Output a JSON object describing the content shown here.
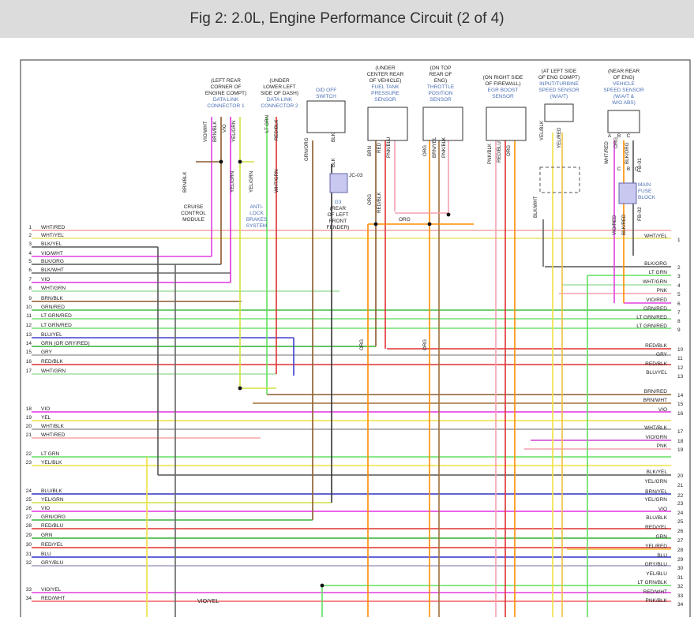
{
  "title": "Fig 2: 2.0L, Engine Performance Circuit (2 of 4)",
  "colors": {
    "blue_label": "#4a6fb5",
    "frame": "#333333"
  },
  "components": [
    {
      "name": "data-link-connector-1",
      "location": [
        "(LEFT REAR",
        "CORNER OF",
        "ENGINE COMPT)"
      ],
      "label": [
        "DATA LINK",
        "CONNECTOR 1"
      ]
    },
    {
      "name": "data-link-connector-2",
      "location": [
        "(UNDER",
        "LOWER LEFT",
        "SIDE OF DASH)"
      ],
      "label": [
        "DATA LINK",
        "CONNECTOR 2"
      ]
    },
    {
      "name": "od-off-switch",
      "location": [],
      "label": [
        "O/D OFF",
        "SWITCH"
      ]
    },
    {
      "name": "fuel-tank-pressure-sensor",
      "location": [
        "(UNDER",
        "CENTER REAR",
        "OF VEHICLE)"
      ],
      "label": [
        "FUEL TANK",
        "PRESSURE",
        "SENSOR"
      ]
    },
    {
      "name": "throttle-position-sensor",
      "location": [
        "(ON TOP",
        "REAR OF",
        "ENG)"
      ],
      "label": [
        "THROTTLE",
        "POSITION",
        "SENSOR"
      ]
    },
    {
      "name": "egr-boost-sensor",
      "location": [
        "(ON RIGHT SIDE",
        "OF FIREWALL)"
      ],
      "label": [
        "EGR BOOST",
        "SENSOR"
      ]
    },
    {
      "name": "input-turbine-speed-sensor",
      "location": [
        "(AT LEFT SIDE",
        "OF ENG COMPT)"
      ],
      "label": [
        "INPUT/TURBINE",
        "SPEED SENSOR",
        "(W/A/T)"
      ]
    },
    {
      "name": "vehicle-speed-sensor",
      "location": [
        "(NEAR REAR",
        "OF ENG)"
      ],
      "label": [
        "VEHICLE",
        "SPEED SENSOR",
        "(W/A/T &",
        "W/O ABS)"
      ]
    }
  ],
  "misc_labels": {
    "cruise": [
      "CRUISE",
      "CONTROL",
      "MODULE"
    ],
    "abs": [
      "ANTI-",
      "LOCK",
      "BRAKES",
      "SYSTEM"
    ],
    "ground": [
      "G3",
      "(REAR",
      "OF LEFT",
      "FRONT",
      "FENDER)"
    ],
    "jc": "JC-03",
    "main_fuse": [
      "MAIN",
      "FUSE",
      "BLOCK"
    ],
    "fb01": "FB-01",
    "fb02": "FB-02",
    "org": "ORG"
  },
  "vertical_wire_labels": [
    "VIO/WHT",
    "BRN/BLK",
    "VIO",
    "YEL/GRN",
    "LT GRN",
    "RED/BLK",
    "BRN/BLK",
    "YEL/GRN",
    "YEL/GRN",
    "WHT/GRN",
    "GRN/ORG",
    "BLK",
    "BLK",
    "BRN",
    "RED",
    "PNK/BLU",
    "ORG",
    "RED/BLK",
    "ORG",
    "BRN/YEL",
    "PNK/BLK",
    "PNK/BLK",
    "RED/BLU",
    "ORG",
    "YEL/BLK",
    "YEL/RED",
    "BLK/WHT",
    "WHT/RED",
    "ORG",
    "BLK/ORG",
    "VIO/RED",
    "BLK/RED",
    "ORG",
    "ORG"
  ],
  "pin_letters": [
    "A",
    "B",
    "C",
    "C",
    "B",
    "C"
  ],
  "left_wires": [
    {
      "pin": "1",
      "label": "WHT/RED",
      "color": "#f4a6a6"
    },
    {
      "pin": "2",
      "label": "WHT/YEL",
      "color": "#f0e06a"
    },
    {
      "pin": "3",
      "label": "BLK/YEL",
      "color": "#555555"
    },
    {
      "pin": "4",
      "label": "VIO/WHT",
      "color": "#e040e0"
    },
    {
      "pin": "5",
      "label": "BLK/ORG",
      "color": "#555555"
    },
    {
      "pin": "6",
      "label": "BLK/WHT",
      "color": "#666666"
    },
    {
      "pin": "7",
      "label": "VIO",
      "color": "#e030e0"
    },
    {
      "pin": "8",
      "label": "WHT/GRN",
      "color": "#a0e0a0"
    },
    {
      "pin": "9",
      "label": "BRN/BLK",
      "color": "#8b5a2b"
    },
    {
      "pin": "10",
      "label": "GRN/RED",
      "color": "#40c040"
    },
    {
      "pin": "11",
      "label": "LT GRN/RED",
      "color": "#70e070"
    },
    {
      "pin": "12",
      "label": "LT GRN/RED",
      "color": "#70e070"
    },
    {
      "pin": "13",
      "label": "BLU/YEL",
      "color": "#4040d0"
    },
    {
      "pin": "14",
      "label": "GRN (OR GRY/RED)",
      "color": "#30b030"
    },
    {
      "pin": "15",
      "label": "GRY",
      "color": "#a0a0a0"
    },
    {
      "pin": "16",
      "label": "RED/BLK",
      "color": "#e03030"
    },
    {
      "pin": "17",
      "label": "WHT/GRN",
      "color": "#a0e0a0"
    },
    {
      "pin": "18",
      "label": "VIO",
      "color": "#e030e0"
    },
    {
      "pin": "19",
      "label": "YEL",
      "color": "#f0e040"
    },
    {
      "pin": "20",
      "label": "WHT/BLK",
      "color": "#999999"
    },
    {
      "pin": "21",
      "label": "WHT/RED",
      "color": "#f4a6a6"
    },
    {
      "pin": "22",
      "label": "LT GRN",
      "color": "#60e060"
    },
    {
      "pin": "23",
      "label": "YEL/BLK",
      "color": "#f0e040"
    },
    {
      "pin": "24",
      "label": "BLU/BLK",
      "color": "#3030c0"
    },
    {
      "pin": "25",
      "label": "YEL/GRN",
      "color": "#d0e040"
    },
    {
      "pin": "26",
      "label": "VIO",
      "color": "#e030e0"
    },
    {
      "pin": "27",
      "label": "GRN/ORG",
      "color": "#40b040"
    },
    {
      "pin": "28",
      "label": "RED/BLU",
      "color": "#e03030"
    },
    {
      "pin": "29",
      "label": "GRN",
      "color": "#30b030"
    },
    {
      "pin": "30",
      "label": "RED/YEL",
      "color": "#e03030"
    },
    {
      "pin": "31",
      "label": "BLU",
      "color": "#3030d0"
    },
    {
      "pin": "32",
      "label": "GRY/BLU",
      "color": "#a0a0c0"
    },
    {
      "pin": "33",
      "label": "VIO/YEL",
      "color": "#e040e0"
    },
    {
      "pin": "34",
      "label": "RED/WHT",
      "color": "#f06060"
    }
  ],
  "left_extra_label": "VIO/YEL",
  "right_wires": [
    {
      "pin": "1",
      "label": "WHT/YEL",
      "color": "#f0e06a"
    },
    {
      "pin": "2",
      "label": "BLK/ORG",
      "color": "#555555"
    },
    {
      "pin": "3",
      "label": "LT GRN",
      "color": "#60e060"
    },
    {
      "pin": "4",
      "label": "WHT/GRN",
      "color": "#a0e0a0"
    },
    {
      "pin": "5",
      "label": "PNK",
      "color": "#f4a0b0"
    },
    {
      "pin": "6",
      "label": "VIO/RED",
      "color": "#e040e0"
    },
    {
      "pin": "7",
      "label": "GRN/RED",
      "color": "#40c040"
    },
    {
      "pin": "8",
      "label": "LT GRN/RED",
      "color": "#70e070"
    },
    {
      "pin": "9",
      "label": "LT GRN/RED",
      "color": "#70e070"
    },
    {
      "pin": "10",
      "label": "RED/BLK",
      "color": "#e03030"
    },
    {
      "pin": "11",
      "label": "GRY",
      "color": "#a0a0a0"
    },
    {
      "pin": "12",
      "label": "RED/BLK",
      "color": "#e03030"
    },
    {
      "pin": "13",
      "label": "BLU/YEL",
      "color": "#4040d0"
    },
    {
      "pin": "14",
      "label": "BRN/RED",
      "color": "#8b5a2b"
    },
    {
      "pin": "15",
      "label": "BRN/WHT",
      "color": "#a0703a"
    },
    {
      "pin": "16",
      "label": "VIO",
      "color": "#e030e0"
    },
    {
      "pin": "17",
      "label": "WHT/BLK",
      "color": "#999999"
    },
    {
      "pin": "18",
      "label": "VIO/GRN",
      "color": "#d040d0"
    },
    {
      "pin": "19",
      "label": "PNK",
      "color": "#f4a0b0"
    },
    {
      "pin": "20",
      "label": "BLK/YEL",
      "color": "#555555"
    },
    {
      "pin": "21",
      "label": "YEL/GRN",
      "color": "#d0e040"
    },
    {
      "pin": "22",
      "label": "BRN/YEL",
      "color": "#a0703a"
    },
    {
      "pin": "23",
      "label": "YEL/GRN",
      "color": "#d0e040"
    },
    {
      "pin": "24",
      "label": "VIO",
      "color": "#e030e0"
    },
    {
      "pin": "25",
      "label": "BLU/BLK",
      "color": "#3030c0"
    },
    {
      "pin": "26",
      "label": "RED/YEL",
      "color": "#e03030"
    },
    {
      "pin": "27",
      "label": "GRN",
      "color": "#30b030"
    },
    {
      "pin": "28",
      "label": "YEL/RED",
      "color": "#f0c040"
    },
    {
      "pin": "29",
      "label": "BLU",
      "color": "#3030d0"
    },
    {
      "pin": "30",
      "label": "GRY/BLU",
      "color": "#a0a0c0"
    },
    {
      "pin": "31",
      "label": "YEL/BLU",
      "color": "#d0d040"
    },
    {
      "pin": "32",
      "label": "LT GRN/BLK",
      "color": "#60e060"
    },
    {
      "pin": "33",
      "label": "RED/WHT",
      "color": "#f06060"
    },
    {
      "pin": "34",
      "label": "PNK/BLK",
      "color": "#f4a0b0"
    }
  ]
}
